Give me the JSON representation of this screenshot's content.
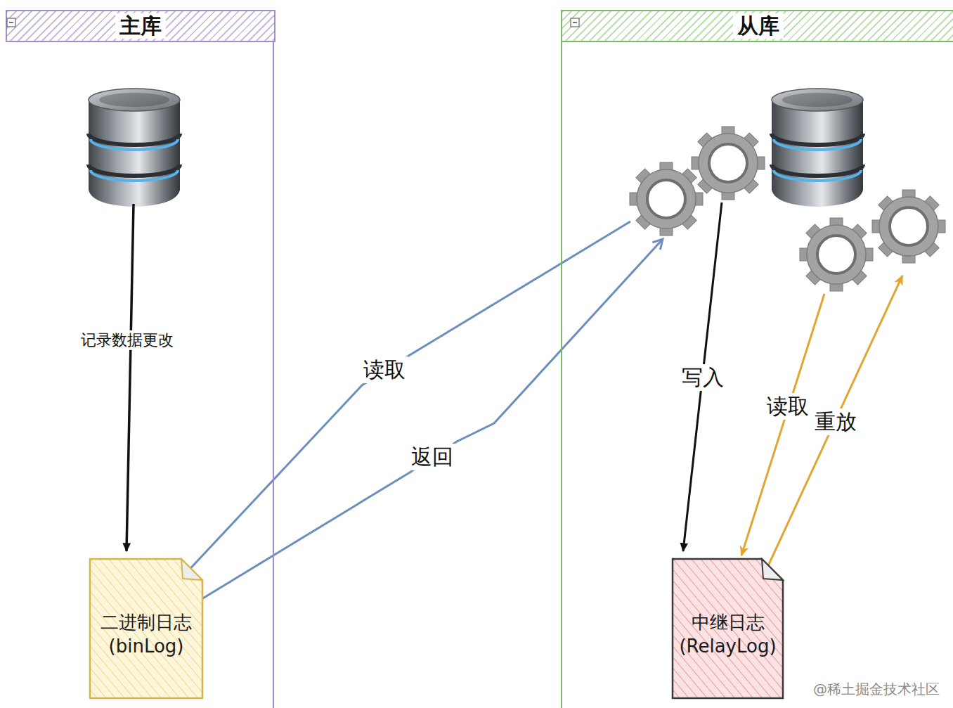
{
  "diagram": {
    "nodes": [
      {
        "text": [
          "主库"
        ]
      },
      {
        "text": [
          "二进制日志 (binLog)"
        ],
        "in": 0
      },
      {
        "text": [
          "从库"
        ]
      },
      {
        "text": [
          "中继日志 (RelayLog)"
        ],
        "in": 2
      }
    ],
    "labels": [
      "记录数据更改",
      "读取",
      "返回",
      "写入",
      "读取",
      "重放",
      "@稀土掘金技术社区"
    ]
  }
}
